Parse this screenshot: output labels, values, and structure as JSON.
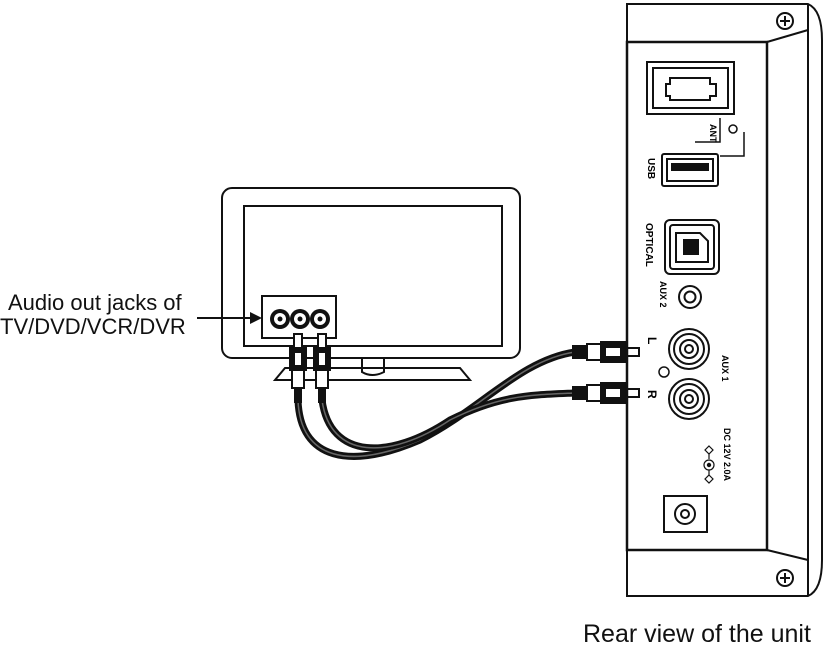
{
  "callout": {
    "line1": "Audio out jacks of",
    "line2": "TV/DVD/VCR/DVR"
  },
  "caption": "Rear view of the unit",
  "unit_panel": {
    "labels": {
      "ant": "ANT",
      "usb": "USB",
      "optical": "OPTICAL",
      "aux2": "AUX 2",
      "left": "L",
      "right": "R",
      "aux1": "AUX 1",
      "power": "DC 12V 2.0A"
    }
  },
  "colors": {
    "line": "#111111",
    "background": "#ffffff"
  }
}
